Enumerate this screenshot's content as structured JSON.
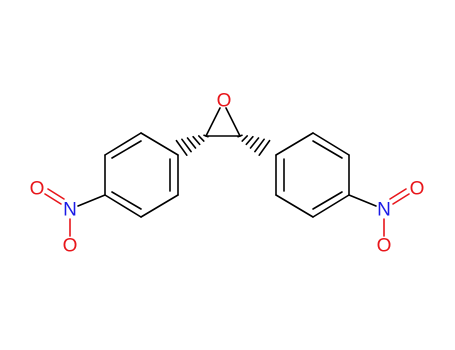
{
  "molecule": {
    "atoms": {
      "epoxide_oxygen": "O",
      "left_nitro_nitrogen": "N",
      "left_nitro_oxygen_a": "O",
      "left_nitro_oxygen_b": "O",
      "right_nitro_nitrogen": "N",
      "right_nitro_oxygen_a": "O",
      "right_nitro_oxygen_b": "O"
    },
    "colors": {
      "bond": "#000000",
      "oxygen": "#e8161b",
      "nitrogen": "#1a1ae6",
      "background": "#ffffff"
    }
  }
}
